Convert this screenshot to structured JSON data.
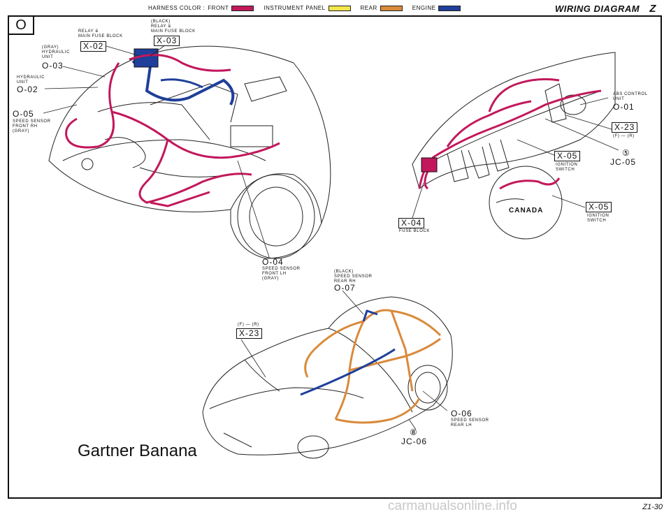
{
  "header": {
    "legend_label": "HARNESS COLOR :",
    "legend": [
      {
        "name": "FRONT",
        "color": "#c2185b"
      },
      {
        "name": "INSTRUMENT PANEL",
        "color": "#f2e84b"
      },
      {
        "name": "REAR",
        "color": "#d98a3a"
      },
      {
        "name": "ENGINE",
        "color": "#1f3f9a"
      }
    ],
    "title": "WIRING DIAGRAM",
    "section_letter": "Z"
  },
  "section_code": "O",
  "callouts": {
    "relay_x02_label": "RELAY &\nMAIN FUSE BLOCK",
    "relay_x02_code": "X-02",
    "relay_x03_label": "(BLACK)\nRELAY &\nMAIN FUSE BLOCK",
    "relay_x03_code": "X-03",
    "hyd_o03_label": "(GRAY)\nHYDRAULIC\nUNIT",
    "hyd_o03_code": "O-03",
    "hyd_o02_label": "HYDRAULIC\nUNIT",
    "hyd_o02_code": "O-02",
    "sensor_o05_code": "O-05",
    "sensor_o05_label": "SPEED SENSOR\nFRONT RH\n(GRAY)",
    "sensor_o04_code": "O-04",
    "sensor_o04_label": "SPEED SENSOR\nFRONT LH\n(GRAY)",
    "sensor_o07_label": "(BLACK)\nSPEED SENSOR\nREAR RH",
    "sensor_o07_code": "O-07",
    "abs_label": "ABS CONTROL\nUNIT",
    "abs_code": "O-01",
    "x23_right_code": "X-23",
    "x23_right_sub": "(F) — (R)",
    "jc05_mark": "⑤",
    "jc05_code": "JC-05",
    "x05_code": "X-05",
    "x05_label": "IGNITION\nSWITCH",
    "x05b_code": "X-05",
    "x05b_label": "IGNITION\nSWITCH",
    "x04_code": "X-04",
    "x04_label": "FUSE BLOCK",
    "canada": "CANADA",
    "x23_rear_sub": "(F) — (R)",
    "x23_rear_code": "X-23",
    "sensor_o06_code": "O-06",
    "sensor_o06_label": "SPEED SENSOR\nREAR LH",
    "jc06_mark": "⑧",
    "jc06_code": "JC-06"
  },
  "watermark": "Gartner Banana",
  "page_id": "Z1-30",
  "footer": "carmanualsonline.info"
}
